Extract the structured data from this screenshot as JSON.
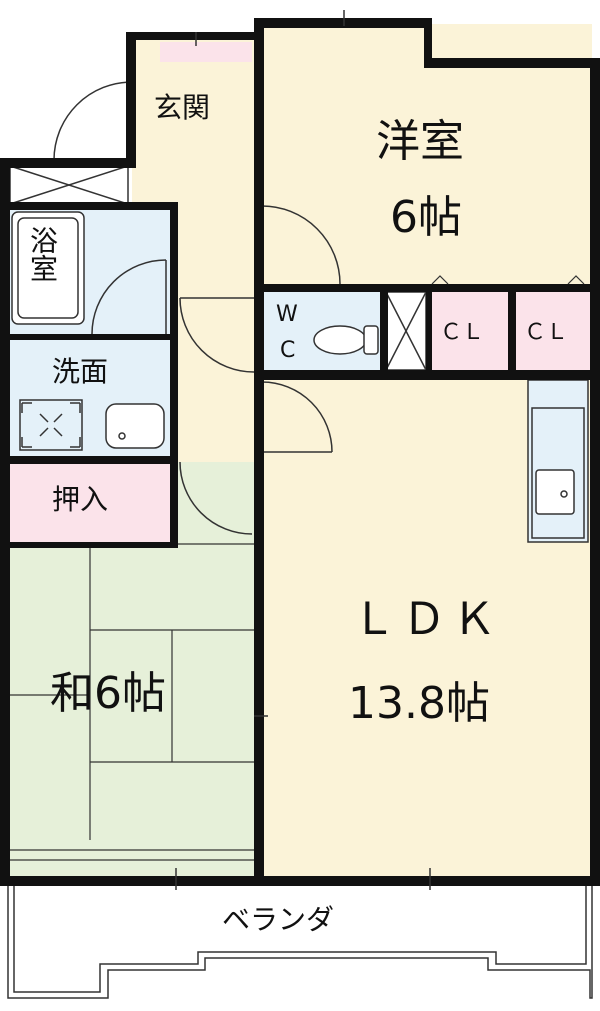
{
  "floorplan": {
    "rooms": {
      "entrance": "玄関",
      "western_room_name": "洋室",
      "western_room_size": "6帖",
      "bath": "浴室",
      "wc_top": "W",
      "wc_bottom": "C",
      "closet_1": "ＣＬ",
      "closet_2": "ＣＬ",
      "washroom": "洗面",
      "storage": "押入",
      "japanese_room": "和6帖",
      "ldk_name": "ＬＤＫ",
      "ldk_size": "13.8帖",
      "balcony": "ベランダ"
    },
    "colors": {
      "wall": "#111111",
      "floor_wood": "#fbf3d8",
      "tatami": "#e6f0d9",
      "wet_area": "#e4f1f9",
      "closet": "#fbe3ea",
      "balcony": "#ffffff"
    }
  }
}
